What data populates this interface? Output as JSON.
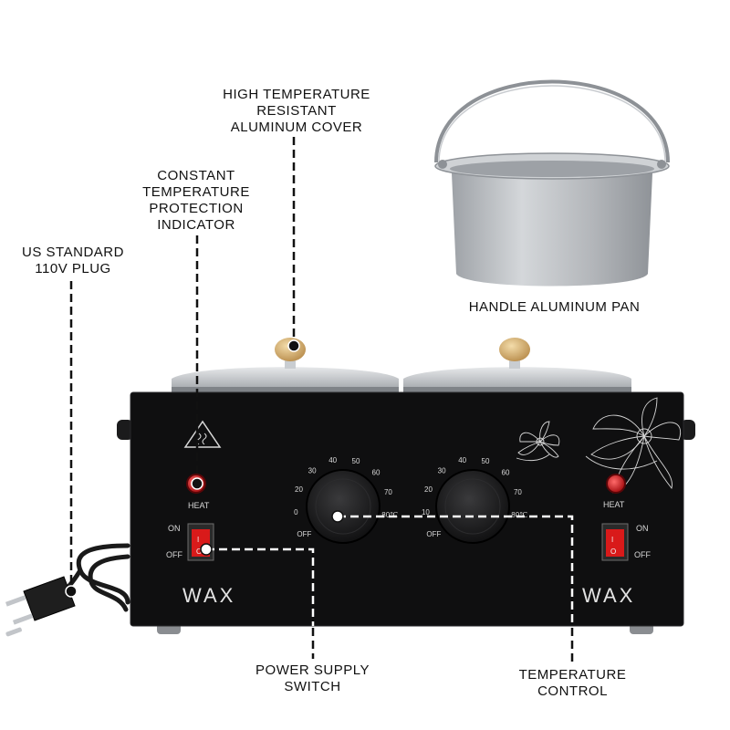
{
  "callouts": {
    "cover": "HIGH TEMPERATURE\nRESISTANT\nALUMINUM COVER",
    "indicator": "CONSTANT\nTEMPERATURE\nPROTECTION\nINDICATOR",
    "plug": "US STANDARD\n110V PLUG",
    "pan": "HANDLE ALUMINUM PAN",
    "switch": "POWER SUPPLY\nSWITCH",
    "temp": "TEMPERATURE\nCONTROL"
  },
  "device": {
    "brand_left": "WAX",
    "brand_right": "WAX",
    "heat_left": "HEAT",
    "heat_right": "HEAT",
    "on_left": "ON",
    "off_left": "OFF",
    "on_right": "ON",
    "off_right": "OFF",
    "dial_ticks": [
      "OFF",
      "0",
      "20",
      "30",
      "40",
      "50",
      "60",
      "70",
      "80℃"
    ],
    "dial2_ticks": [
      "OFF",
      "10",
      "20",
      "30",
      "40",
      "50",
      "60",
      "70",
      "80℃"
    ]
  },
  "colors": {
    "body": "#0f0f10",
    "aluminum": "#b9bcc0",
    "knob": "#d9b77e",
    "indicator": "#e0161b",
    "switch": "#d91a1a"
  }
}
